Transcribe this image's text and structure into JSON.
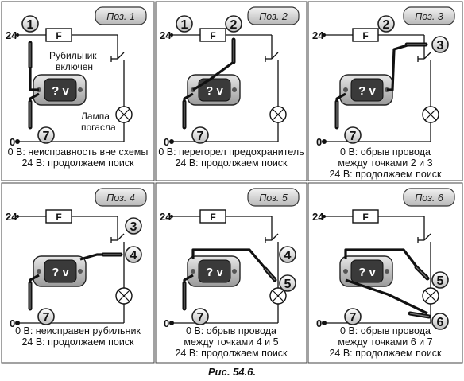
{
  "figure_caption": "Рис. 54.6.",
  "voltage_labels": {
    "top": "24",
    "bottom": "0"
  },
  "fuse_label": "F",
  "meter_label": "? v",
  "panel1_labels": {
    "switch": "Рубильник",
    "switch2": "включен",
    "lamp": "Лампа",
    "lamp2": "погасла"
  },
  "panels": [
    {
      "pos": "Поз. 1",
      "nodes": [
        "1",
        "7"
      ],
      "caption": [
        "0 В: неисправность вне схемы",
        "24 В: продолжаем поиск"
      ]
    },
    {
      "pos": "Поз. 2",
      "nodes": [
        "1",
        "2",
        "7"
      ],
      "caption": [
        "0 В: перегорел предохранитель",
        "24 В: продолжаем поиск"
      ]
    },
    {
      "pos": "Поз. 3",
      "nodes": [
        "2",
        "3",
        "7"
      ],
      "caption": [
        "0 В: обрыв провода",
        "между точками 2 и 3",
        "24 В: продолжаем поиск"
      ]
    },
    {
      "pos": "Поз. 4",
      "nodes": [
        "3",
        "4",
        "7"
      ],
      "caption": [
        "0 В: неисправен рубильник",
        "24 В: продолжаем поиск"
      ]
    },
    {
      "pos": "Поз. 5",
      "nodes": [
        "4",
        "5",
        "7"
      ],
      "caption": [
        "0 В: обрыв провода",
        "между точками 4 и 5",
        "24 В: продолжаем поиск"
      ]
    },
    {
      "pos": "Поз. 6",
      "nodes": [
        "5",
        "6",
        "7"
      ],
      "caption": [
        "0 В: обрыв провода",
        "между точками 6 и 7",
        "24 В: продолжаем поиск"
      ]
    }
  ]
}
